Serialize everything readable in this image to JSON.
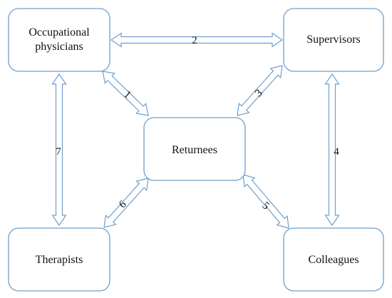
{
  "nodes": {
    "occupational_physicians": {
      "line1": "Occupational",
      "line2": "physicians"
    },
    "supervisors": {
      "label": "Supervisors"
    },
    "returnees": {
      "label": "Returnees"
    },
    "therapists": {
      "label": "Therapists"
    },
    "colleagues": {
      "label": "Colleagues"
    }
  },
  "edges": {
    "e1": "1",
    "e2": "2",
    "e3": "3",
    "e4": "4",
    "e5": "5",
    "e6": "6",
    "e7": "7"
  },
  "colors": {
    "box_stroke": "#6f9fcc",
    "arrow_stroke": "#6f9fcc",
    "fill": "#ffffff",
    "text": "#111111"
  }
}
